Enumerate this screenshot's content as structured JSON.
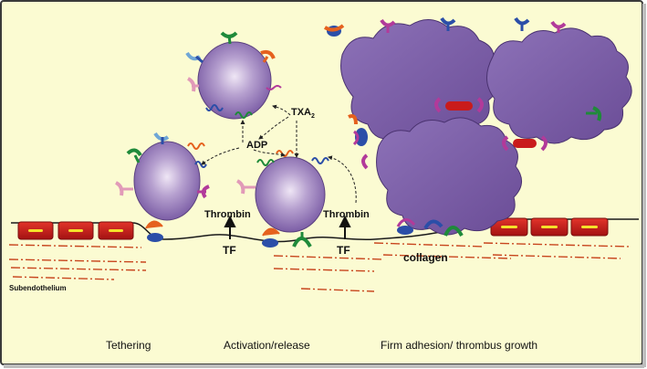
{
  "colors": {
    "background": "#fbfbd2",
    "frame": "#3a3a3a",
    "endothelial_cell": "#c91b1b",
    "nucleus": "#f5e12a",
    "platelet": "#8e6fb3",
    "spread_platelet": "#7b5aa3",
    "subendothelium_lines": "#c8461e",
    "receptor_blue": "#2b4ea8",
    "receptor_green": "#1f8a3a",
    "receptor_orange": "#e5611e",
    "receptor_magenta": "#b23a9a",
    "receptor_pink": "#e19ab8",
    "receptor_lightblue": "#6fa6d6"
  },
  "labels": {
    "adp": "ADP",
    "txa": "TXA",
    "txa_subscript": "2",
    "thrombin_left": "Thrombin",
    "thrombin_right": "Thrombin",
    "tf_left": "TF",
    "tf_right": "TF",
    "collagen": "collagen",
    "subendothelium": "Subendothelium"
  },
  "stages": {
    "tethering": "Tethering",
    "activation": "Activation/release",
    "firm_adhesion": "Firm adhesion/ thrombus growth"
  }
}
